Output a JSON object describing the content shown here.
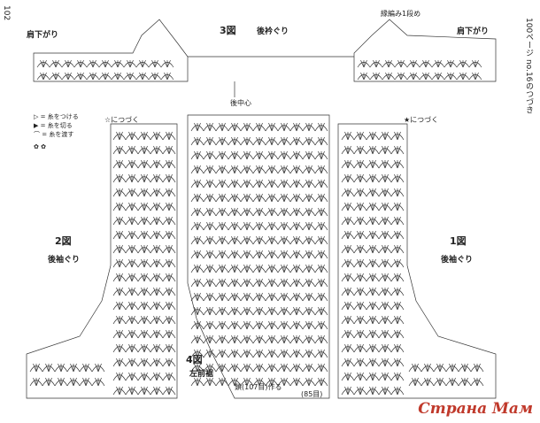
{
  "page": {
    "number": "102"
  },
  "side_notes": {
    "right": "100ページ no.16のつづき"
  },
  "labels": {
    "fig3": "3図",
    "fig3_name": "後衿ぐり",
    "shoulder_left": "肩下がり",
    "shoulder_right": "肩下がり",
    "edge_start": "縁編み1段め",
    "back_center": "後中心",
    "fig2": "2図",
    "fig2_name": "後袖ぐり",
    "fig1": "1図",
    "fig1_name": "後袖ぐり",
    "fig4": "4図",
    "fig4_name": "左前裾",
    "continue_left": "☆につづく",
    "continue_right": "★につづく",
    "foundation": "鎖(107目)作る",
    "count_85": "(85目)"
  },
  "legend": {
    "items": [
      "= 糸をつける",
      "= 糸を切る",
      "= 糸を渡す"
    ]
  },
  "watermark": "Страна Мам"
}
